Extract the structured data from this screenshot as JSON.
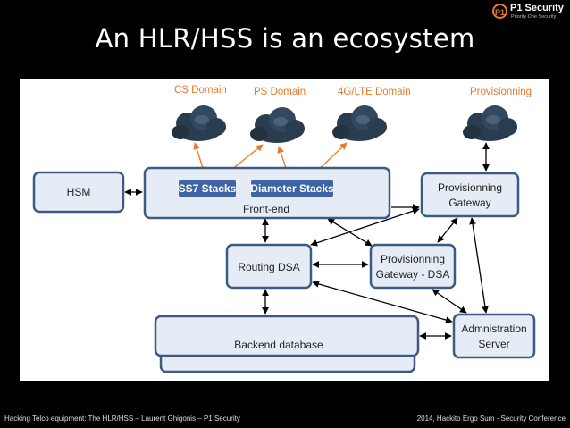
{
  "slide": {
    "title": "An HLR/HSS is an ecosystem",
    "footer_left": "Hacking Telco equipment: The HLR/HSS – Laurent Ghigonis – P1 Security",
    "footer_right": "2014, Hackito Ergo Sum - Security Conference"
  },
  "brand": {
    "mark": "P1",
    "name": "P1 Security",
    "tagline": "Priority One Security"
  },
  "diagram": {
    "domains": {
      "cs": "CS Domain",
      "ps": "PS Domain",
      "lte": "4G/LTE Domain",
      "prov": "Provisionning"
    },
    "nodes": {
      "hsm": "HSM",
      "ss7": "SS7 Stacks",
      "diameter": "Diameter Stacks",
      "frontend": "Front-end",
      "prov_gw_1": "Provisionning",
      "prov_gw_2": "Gateway",
      "routing": "Routing  DSA",
      "prov_dsa_1": "Provisionning",
      "prov_dsa_2": "Gateway - DSA",
      "backend": "Backend database",
      "admin_1": "Admnistration",
      "admin_2": "Server"
    },
    "colors": {
      "box_fill": "#e6ecf6",
      "box_stroke": "#3d5a80",
      "stack_fill": "#3f64a6",
      "domain_text": "#e8792a",
      "cloud": "#2a3d50"
    }
  }
}
